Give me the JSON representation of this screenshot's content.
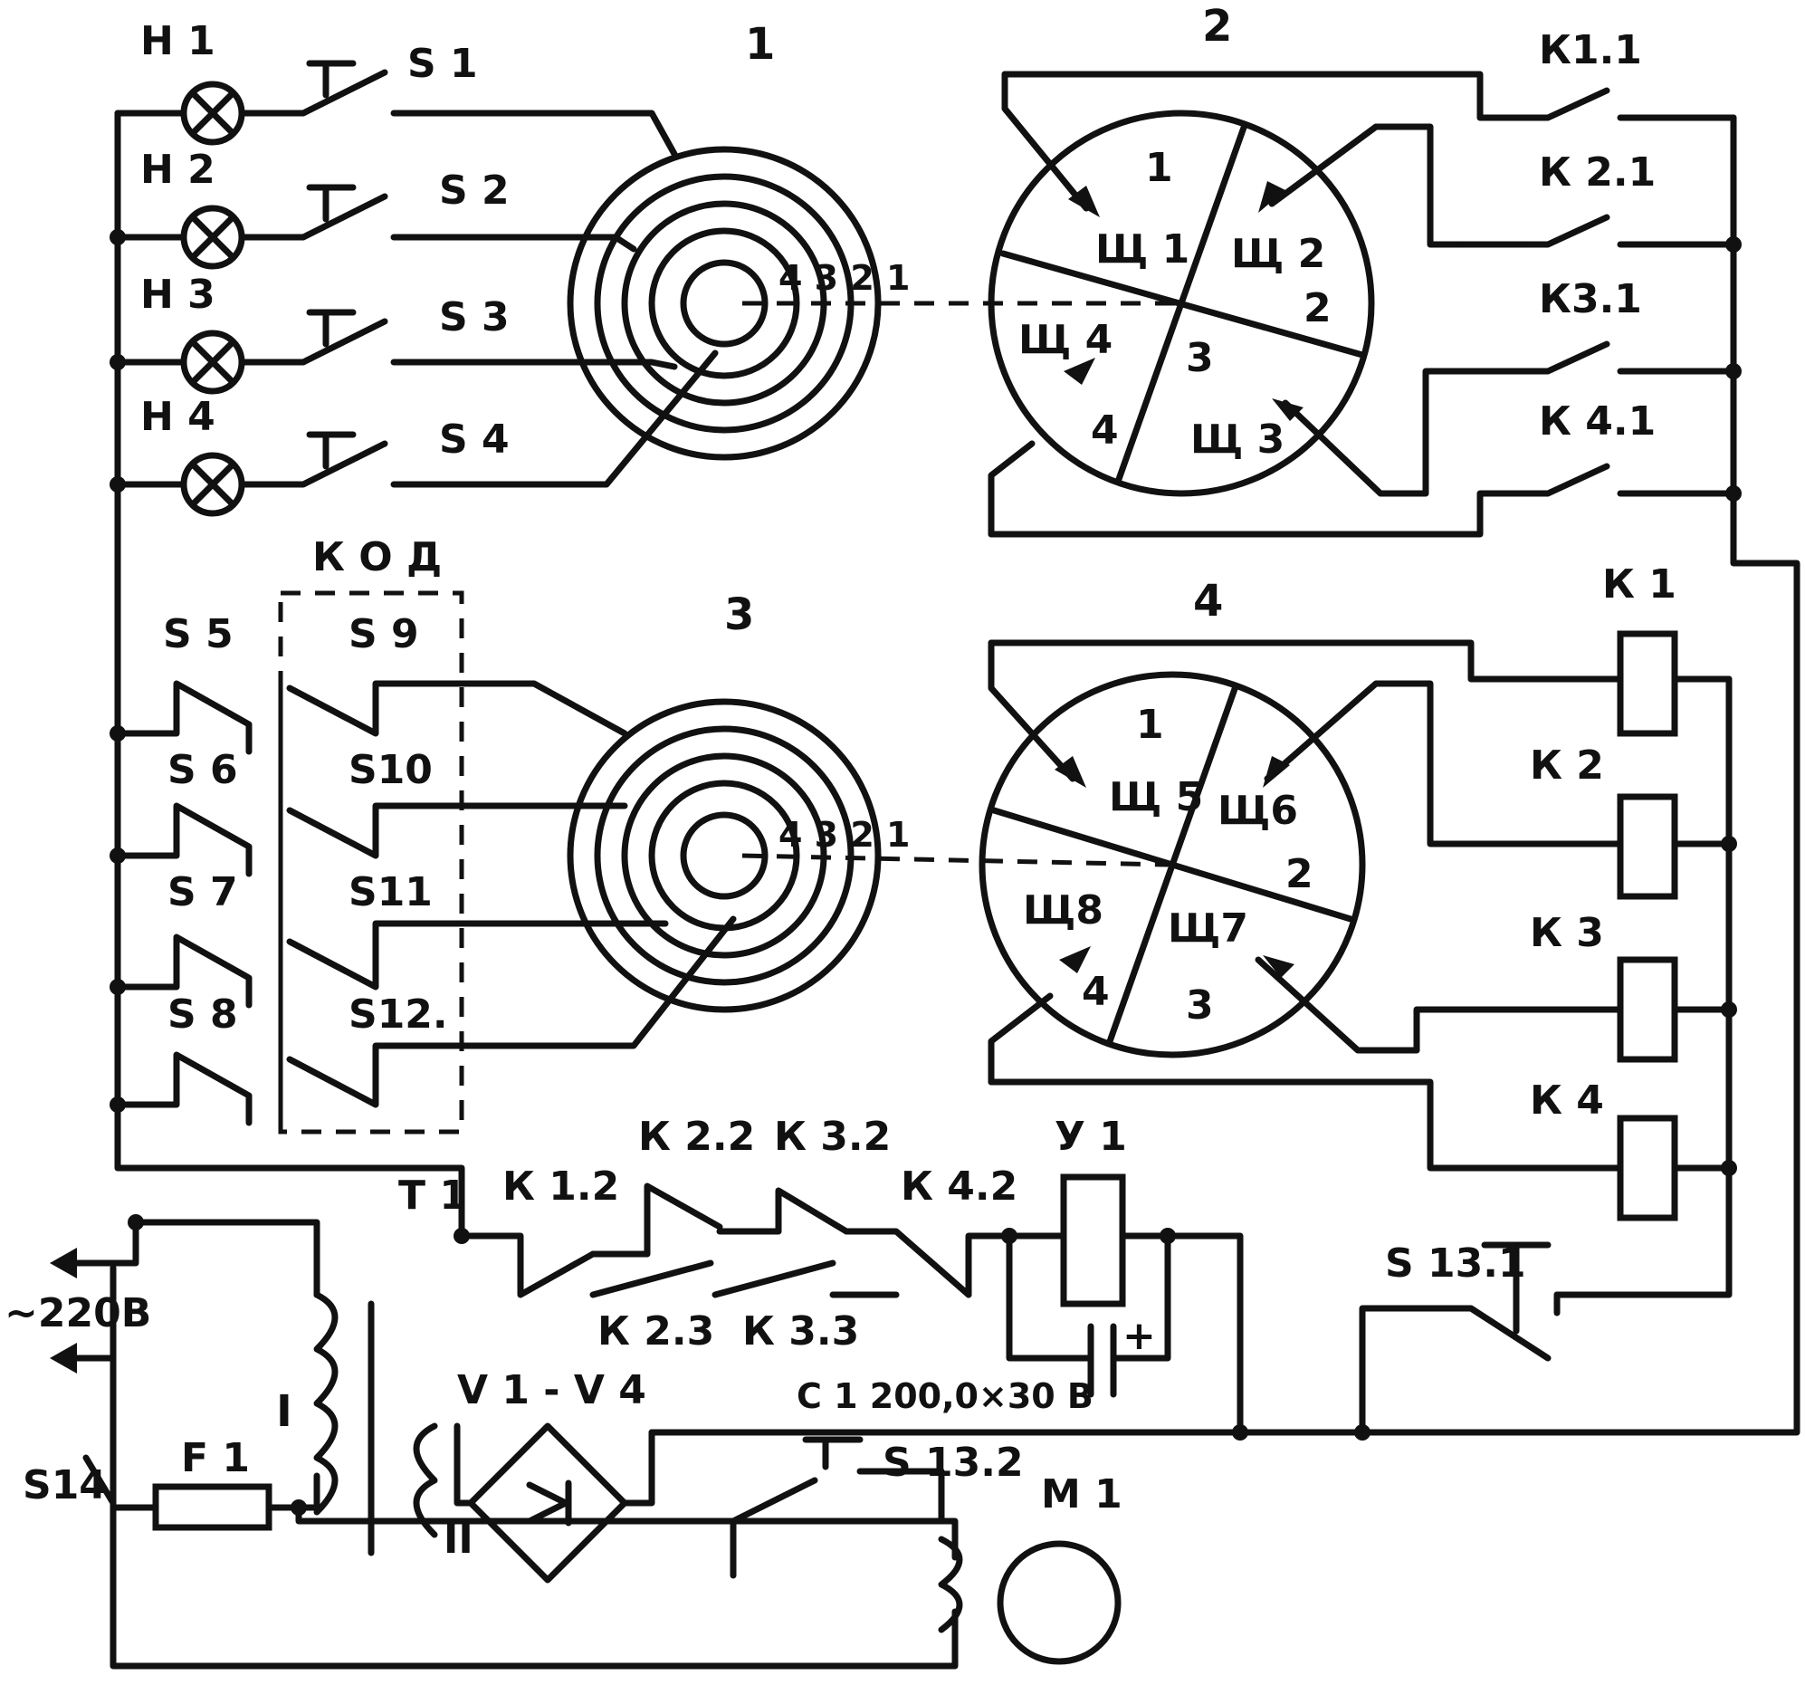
{
  "labels": {
    "h1": "Н 1",
    "h2": "Н 2",
    "h3": "Н 3",
    "h4": "Н 4",
    "s1": "S 1",
    "s2": "S 2",
    "s3": "S 3",
    "s4": "S 4",
    "s5": "S 5",
    "s6": "S 6",
    "s7": "S 7",
    "s8": "S 8",
    "s9": "S 9",
    "s10": "S10",
    "s11": "S11",
    "s12": "S12.",
    "kod": "К О Д",
    "block1": "1",
    "block2": "2",
    "block3": "3",
    "block4": "4",
    "k11": "К1.1",
    "k21": "К 2.1",
    "k31": "К3.1",
    "k41": "К 4.1",
    "k1": "К 1",
    "k2": "К 2",
    "k3": "К 3",
    "k4": "К 4",
    "k12": "К 1.2",
    "k22": "К 2.2",
    "k32": "К 3.2",
    "k42": "К 4.2",
    "k23": "К 2.3",
    "k33": "К 3.3",
    "y1": "У 1",
    "c1": "С 1  200,0×30 В",
    "s131": "S 13.1",
    "s132": "S 13.2",
    "m1": "М 1",
    "t1": "Т 1",
    "mains": "~220В",
    "s14": "S14",
    "f1": "F 1",
    "bridge": "V 1 - V 4",
    "winding1": "I",
    "winding2": "II",
    "ring_numbers": "4 3 2 1",
    "sectors": {
      "one": "1",
      "two": "2",
      "three": "3",
      "four": "4"
    },
    "brushes_top": {
      "b1": "Щ 1",
      "b2": "Щ 2",
      "b3": "Щ 3",
      "b4": "Щ 4"
    },
    "brushes_bottom": {
      "b5": "Щ 5",
      "b6": "Щ6",
      "b7": "Щ7",
      "b8": "Щ8"
    }
  }
}
